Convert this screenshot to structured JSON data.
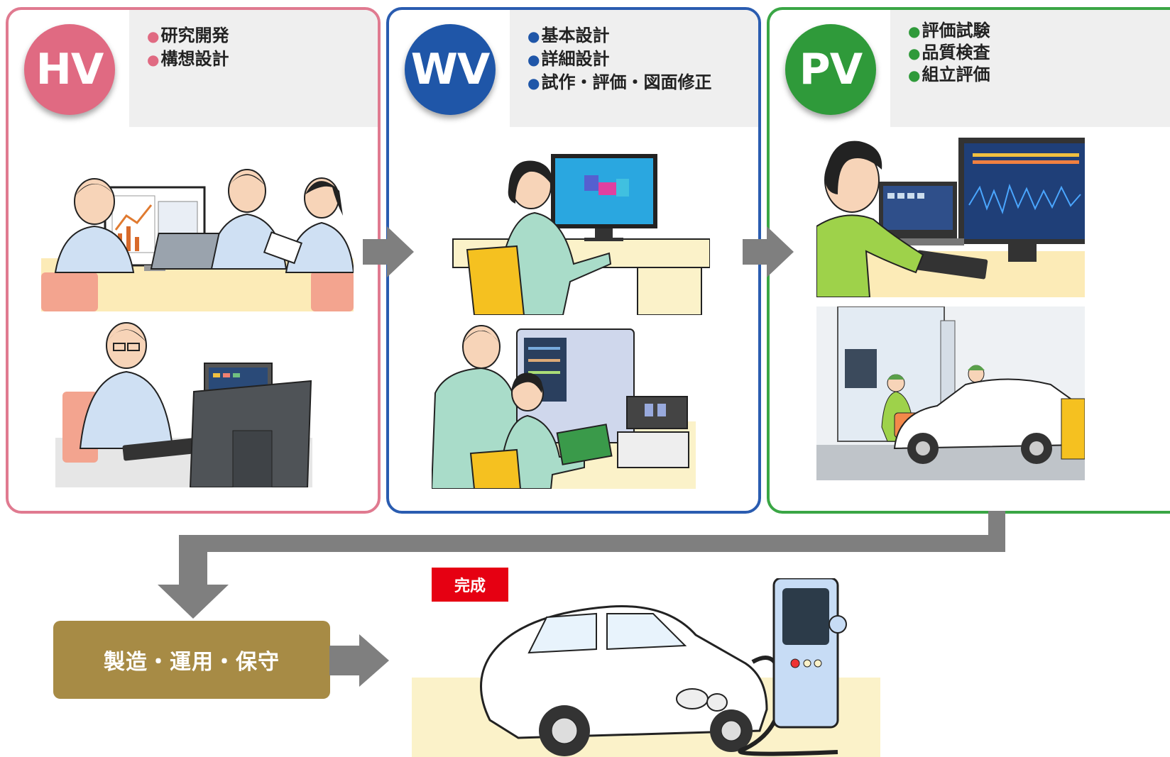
{
  "phases": [
    {
      "id": "hv",
      "badge": "HV",
      "color": "#e06a82",
      "border": "#e07a90",
      "items": [
        "研究開発",
        "構想設計"
      ]
    },
    {
      "id": "wv",
      "badge": "WV",
      "color": "#1f56a8",
      "border": "#2a5cb0",
      "items": [
        "基本設計",
        "詳細設計",
        "試作・評価・図面修正"
      ]
    },
    {
      "id": "pv",
      "badge": "PV",
      "color": "#2f9a3a",
      "border": "#3aa645",
      "items": [
        "評価試験",
        "品質検査",
        "組立評価"
      ]
    }
  ],
  "bullet": "●",
  "manufacturing": {
    "label": "製造・運用・保守",
    "color": "#a78b45"
  },
  "completion": {
    "label": "完成",
    "color": "#e60012"
  },
  "arrow_color": "#7f7f7f",
  "icons": [
    "meeting-illustration",
    "desk-worker-illustration",
    "cad-designer-illustration",
    "lab-test-illustration",
    "data-analyst-illustration",
    "car-inspection-illustration",
    "ev-charging-illustration"
  ]
}
